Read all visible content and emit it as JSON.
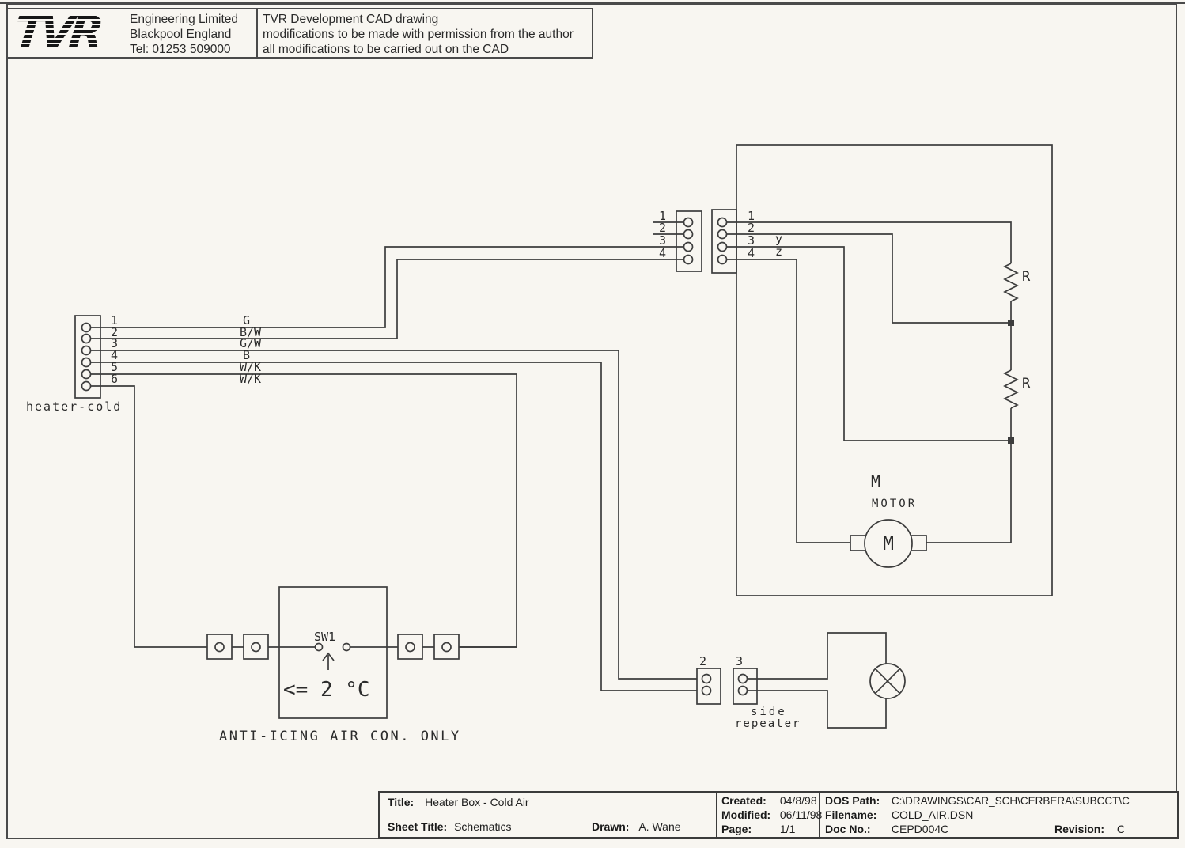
{
  "header": {
    "logo_text": "TVR",
    "company_lines": [
      "Engineering Limited",
      "Blackpool England",
      "Tel: 01253 509000"
    ],
    "notice_lines": [
      "TVR Development CAD drawing",
      "modifications to be made with permission from the author",
      "all modifications to be carried out on the CAD"
    ]
  },
  "schematic": {
    "heater_cold_connector": {
      "label": "heater-cold",
      "pin_numbers": [
        "1",
        "2",
        "3",
        "4",
        "5",
        "6"
      ],
      "wire_labels": [
        "G",
        "B/W",
        "G/W",
        "B",
        "W/K",
        "W/K"
      ]
    },
    "inline_connector_left": {
      "pin_numbers": [
        "1",
        "2",
        "3",
        "4"
      ]
    },
    "motor_unit_connector": {
      "pin_numbers": [
        "1",
        "2",
        "3",
        "4"
      ],
      "wire_labels": [
        "y",
        "z"
      ]
    },
    "resistor_top_label": "R",
    "resistor_bottom_label": "R",
    "motor": {
      "designator": "M",
      "name": "MOTOR",
      "symbol_letter": "M"
    },
    "thermo_switch": {
      "designator": "SW1",
      "condition": "<= 2 °C",
      "caption": "ANTI-ICING AIR CON. ONLY"
    },
    "side_repeater": {
      "connector_2_label": "2",
      "connector_3_label": "3",
      "label_line_1": "side",
      "label_line_2": "repeater"
    }
  },
  "title_block": {
    "title_label": "Title:",
    "title": "Heater Box - Cold Air",
    "sheet_title_label": "Sheet Title:",
    "sheet_title": "Schematics",
    "drawn_label": "Drawn:",
    "drawn": "A. Wane",
    "created_label": "Created:",
    "created": "04/8/98",
    "modified_label": "Modified:",
    "modified": "06/11/98",
    "page_label": "Page:",
    "page": "1/1",
    "dos_path_label": "DOS Path:",
    "dos_path": "C:\\DRAWINGS\\CAR_SCH\\CERBERA\\SUBCCT\\C",
    "filename_label": "Filename:",
    "filename": "COLD_AIR.DSN",
    "doc_no_label": "Doc No.:",
    "doc_no": "CEPD004C",
    "revision_label": "Revision:",
    "revision": "C"
  }
}
